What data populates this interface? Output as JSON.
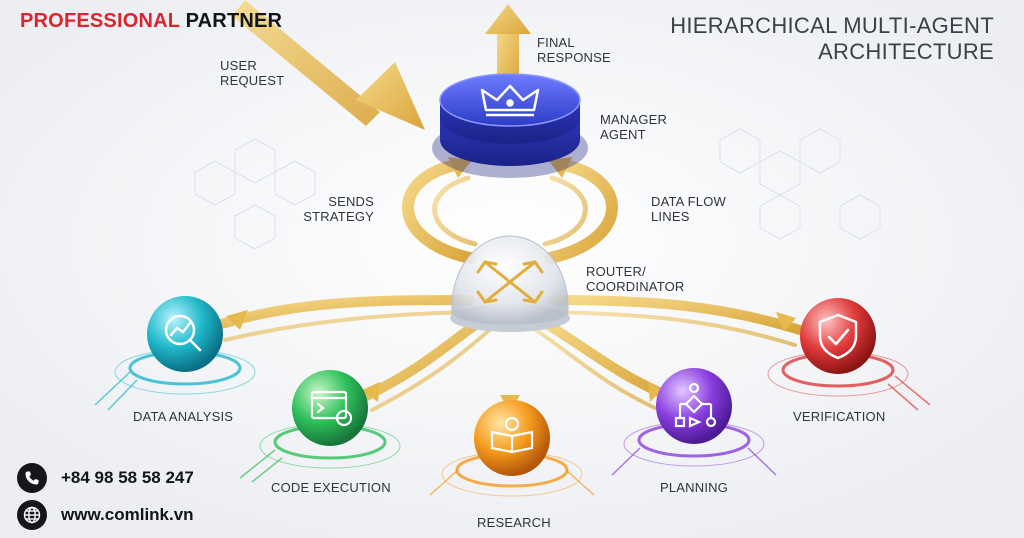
{
  "brand": {
    "part1": "PROFESSIONAL",
    "part2": "PARTNER"
  },
  "title": {
    "line1": "HIERARCHICAL MULTI-AGENT",
    "line2": "ARCHITECTURE"
  },
  "flow_labels": {
    "user_request": {
      "line1": "USER",
      "line2": "REQUEST"
    },
    "final_response": {
      "line1": "FINAL",
      "line2": "RESPONSE"
    },
    "sends_strategy": {
      "line1": "SENDS",
      "line2": "STRATEGY"
    },
    "data_flow": {
      "line1": "DATA FLOW",
      "line2": "LINES"
    }
  },
  "manager": {
    "line1": "MANAGER",
    "line2": "AGENT",
    "icon": "crown-icon",
    "color": "#3b4fd8"
  },
  "router": {
    "line1": "ROUTER/",
    "line2": "COORDINATOR",
    "icon": "crossed-arrows-icon"
  },
  "agents": [
    {
      "label": "DATA ANALYSIS",
      "icon": "chart-magnifier-icon",
      "color": "#1fb8c9"
    },
    {
      "label": "CODE EXECUTION",
      "icon": "terminal-gear-icon",
      "color": "#2fbf5a"
    },
    {
      "label": "RESEARCH",
      "icon": "book-lightbulb-icon",
      "color": "#f59a1e"
    },
    {
      "label": "PLANNING",
      "icon": "flowchart-icon",
      "color": "#8a3fe0"
    },
    {
      "label": "VERIFICATION",
      "icon": "shield-check-icon",
      "color": "#e03a3a"
    }
  ],
  "contact": {
    "phone": "+84 98 58 58 247",
    "website": "www.comlink.vn",
    "phone_icon": "phone-icon",
    "globe_icon": "globe-icon"
  },
  "colors": {
    "flow_gold": "#e7b84c",
    "background": "#f2f3f6",
    "text": "#2b2f38",
    "brand_red": "#d7262d"
  }
}
